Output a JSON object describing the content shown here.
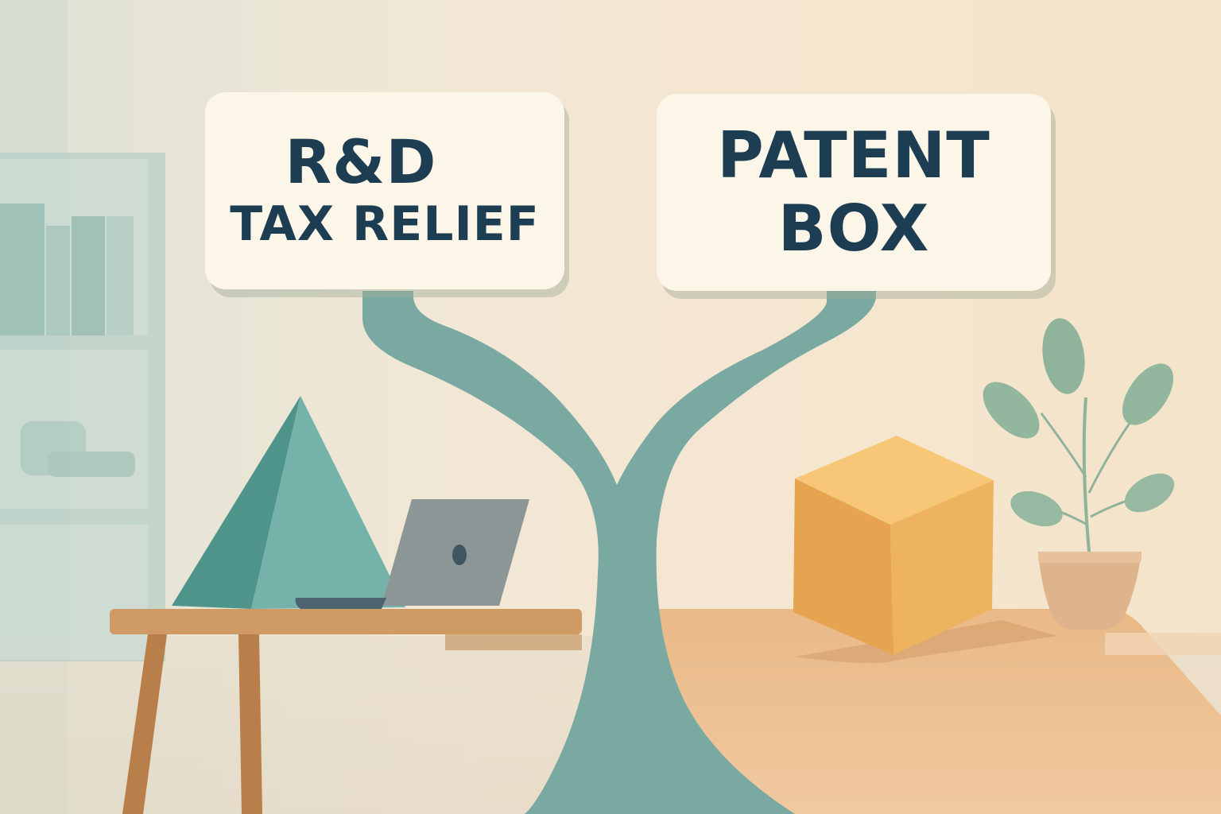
{
  "signs": {
    "left": {
      "line1": "R&D",
      "line2": "TAX RELIEF"
    },
    "right": {
      "line1": "PATENT",
      "line2": "BOX"
    }
  },
  "icons": {
    "pyramid": "pyramid-shape",
    "laptop": "laptop-icon",
    "cube": "cube-box",
    "plant": "potted-plant",
    "branch": "forked-tree-trunk",
    "shelf": "bookshelf"
  },
  "colors": {
    "background": "#efe4d2",
    "sign_bg": "#fcf6e9",
    "sign_text": "#1d3d52",
    "tree": "#7aa9a1",
    "pyramid": "#5ea39a",
    "table": "#cf9a63",
    "cube": "#efb45d",
    "laptop": "#8d9696",
    "plant_leaf": "#8fb39b",
    "pot": "#ddb48b"
  }
}
